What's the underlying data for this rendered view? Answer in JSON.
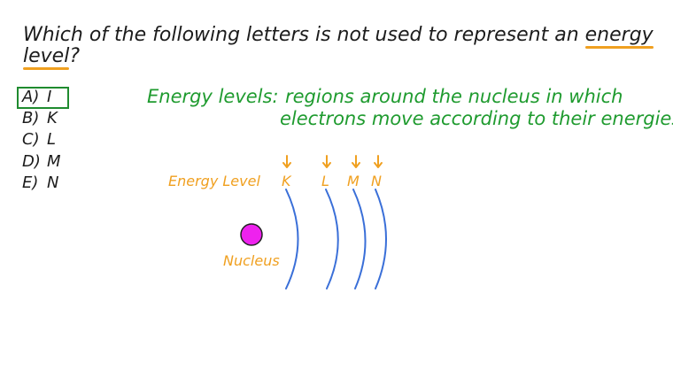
{
  "question": {
    "line1_prefix": "Which of the following letters is not used to represent an ",
    "line1_highlight": "energy",
    "line2_highlight": "level",
    "line2_suffix": "?"
  },
  "options": [
    {
      "label": "A)",
      "value": "I"
    },
    {
      "label": "B)",
      "value": "K"
    },
    {
      "label": "C)",
      "value": "L"
    },
    {
      "label": "D)",
      "value": "M"
    },
    {
      "label": "E)",
      "value": "N"
    }
  ],
  "definition": {
    "term": "Energy levels",
    "colon": ":",
    "line1": "regions around the nucleus in which",
    "line2": "electrons move according to their energies"
  },
  "diagram": {
    "energy_level_label": "Energy Level",
    "levels": [
      "K",
      "L",
      "M",
      "N"
    ],
    "nucleus_label": "Nucleus"
  },
  "colors": {
    "text": "#1c1c1c",
    "definition_green": "#1f9b2f",
    "answer_box_green": "#1f8b2f",
    "label_orange": "#f0a020",
    "shell_blue": "#3a6fd8",
    "nucleus_magenta": "#ee22ee"
  }
}
